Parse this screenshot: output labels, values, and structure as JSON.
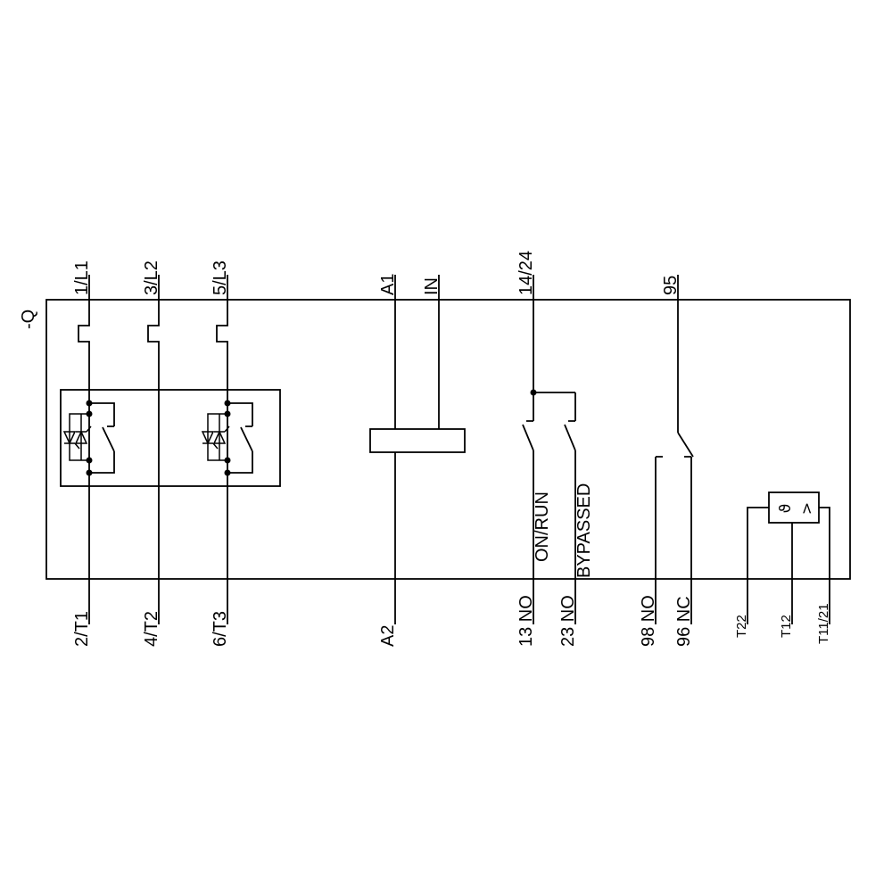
{
  "diagram": {
    "device_label": "-Q",
    "top_terminals": [
      "1/L1",
      "3/L2",
      "5/L3",
      "A1",
      "IN",
      "14/24",
      "95"
    ],
    "bottom_terminals": [
      "2/T1",
      "4/T2",
      "6/T3",
      "A2",
      "13 NO",
      "23 NO",
      "98 NO",
      "96 NC",
      "T22",
      "T12",
      "T11/21"
    ],
    "state_labels": [
      "ON/RUN",
      "BYPASSED"
    ],
    "thermistor_symbol": {
      "theta": "ϑ",
      "gt": ">"
    },
    "colors": {
      "line": "#000000",
      "background": "#ffffff"
    }
  }
}
